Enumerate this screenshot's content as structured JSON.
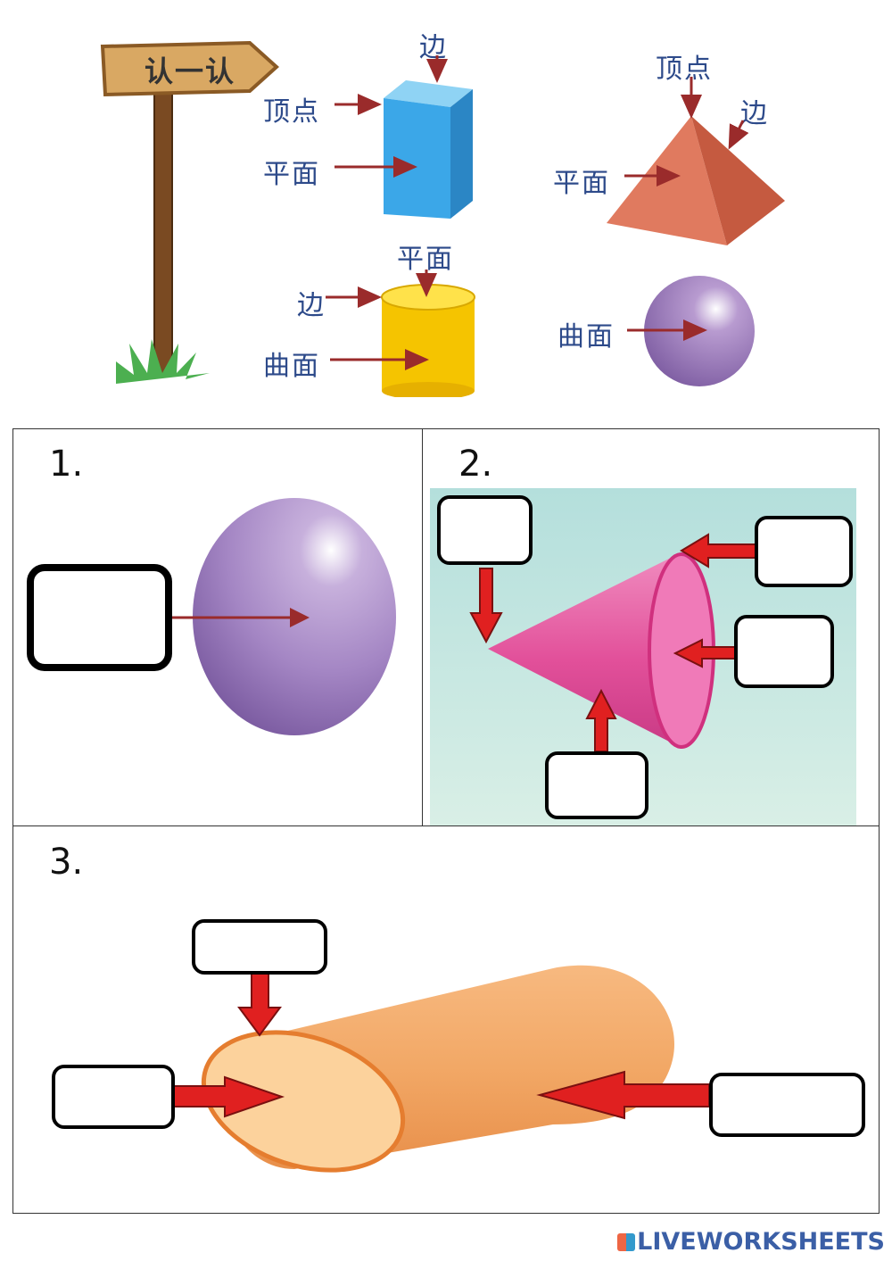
{
  "intro": {
    "sign_text": "认一认",
    "cuboid": {
      "edge": "边",
      "vertex": "顶点",
      "face": "平面"
    },
    "pyramid": {
      "vertex": "顶点",
      "edge": "边",
      "face": "平面"
    },
    "cylinder": {
      "face": "平面",
      "edge": "边",
      "curved": "曲面"
    },
    "sphere": {
      "curved": "曲面"
    }
  },
  "questions": [
    {
      "number": "1.",
      "shape": "sphere-icon",
      "answer_boxes": 1
    },
    {
      "number": "2.",
      "shape": "cone-icon",
      "answer_boxes": 4
    },
    {
      "number": "3.",
      "shape": "cylinder-icon",
      "answer_boxes": 3
    }
  ],
  "footer": {
    "brand": "LIVEWORKSHEETS"
  },
  "colors": {
    "label_text": "#2d4a8a",
    "arrow_dark": "#9a2b2b",
    "arrow_red": "#e02020"
  }
}
